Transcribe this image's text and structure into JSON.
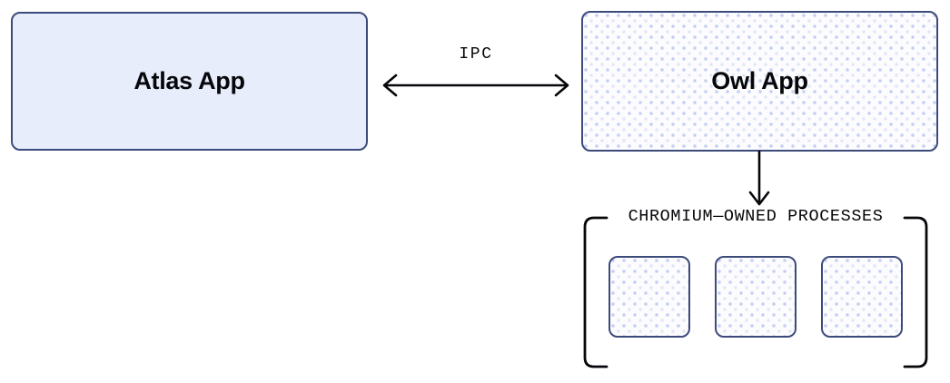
{
  "diagram": {
    "nodes": {
      "atlas": {
        "label": "Atlas App"
      },
      "owl": {
        "label": "Owl App"
      }
    },
    "connectors": {
      "ipc": {
        "label": "IPC",
        "icon": "double-headed-arrow-icon",
        "direction": "bidirectional"
      },
      "owl_to_processes": {
        "label": "",
        "icon": "down-arrow-icon",
        "direction": "downward"
      }
    },
    "group": {
      "label": "CHROMIUM—OWNED PROCESSES",
      "bracket_icon": "group-bracket-icon",
      "processes": [
        {
          "label": ""
        },
        {
          "label": ""
        },
        {
          "label": ""
        }
      ]
    },
    "colors": {
      "stroke": "#3d4b7c",
      "atlas_fill": "#e8edfb",
      "dot_fill": "#fcfcfe",
      "dot_primary": "#c3cff1",
      "dot_secondary": "#e3e6f5",
      "arrow": "#06070a",
      "text": "#06070a",
      "background": "#ffffff"
    }
  }
}
